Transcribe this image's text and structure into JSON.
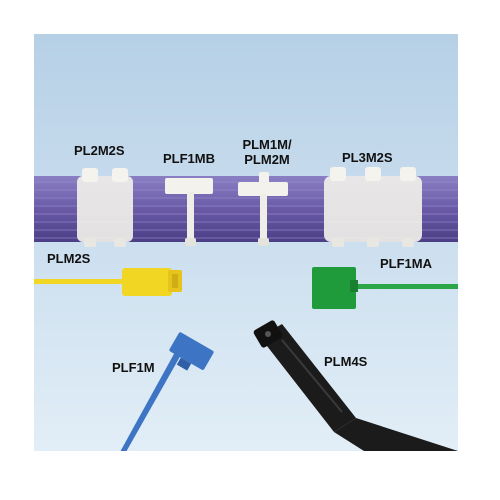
{
  "labels": {
    "pl2m2s": "PL2M2S",
    "plf1mb": "PLF1MB",
    "plm1m_line1": "PLM1M/",
    "plm1m_line2": "PLM2M",
    "pl3m2s": "PL3M2S",
    "plm2s": "PLM2S",
    "plf1ma": "PLF1MA",
    "plf1m": "PLF1M",
    "plm4s": "PLM4S"
  },
  "colors": {
    "sky_top": "#b9d3e8",
    "sky_bottom": "#dfecf6",
    "cable_bundle": "#6d5ea8",
    "marker_white": "#f2f2ee",
    "yellow_tie": "#f1d624",
    "green_tie": "#1f9b3c",
    "blue_tie": "#3d74c4",
    "black_tie": "#1b1b1b"
  }
}
